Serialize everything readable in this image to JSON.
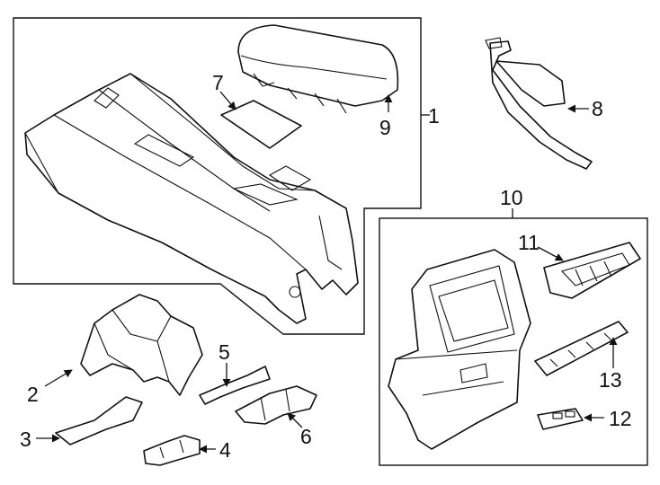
{
  "diagram": {
    "callouts": {
      "c1": "1",
      "c2": "2",
      "c3": "3",
      "c4": "4",
      "c5": "5",
      "c6": "6",
      "c7": "7",
      "c8": "8",
      "c9": "9",
      "c10": "10",
      "c11": "11",
      "c12": "12",
      "c13": "13"
    }
  },
  "colors": {
    "line": "#111111",
    "background": "#ffffff"
  }
}
